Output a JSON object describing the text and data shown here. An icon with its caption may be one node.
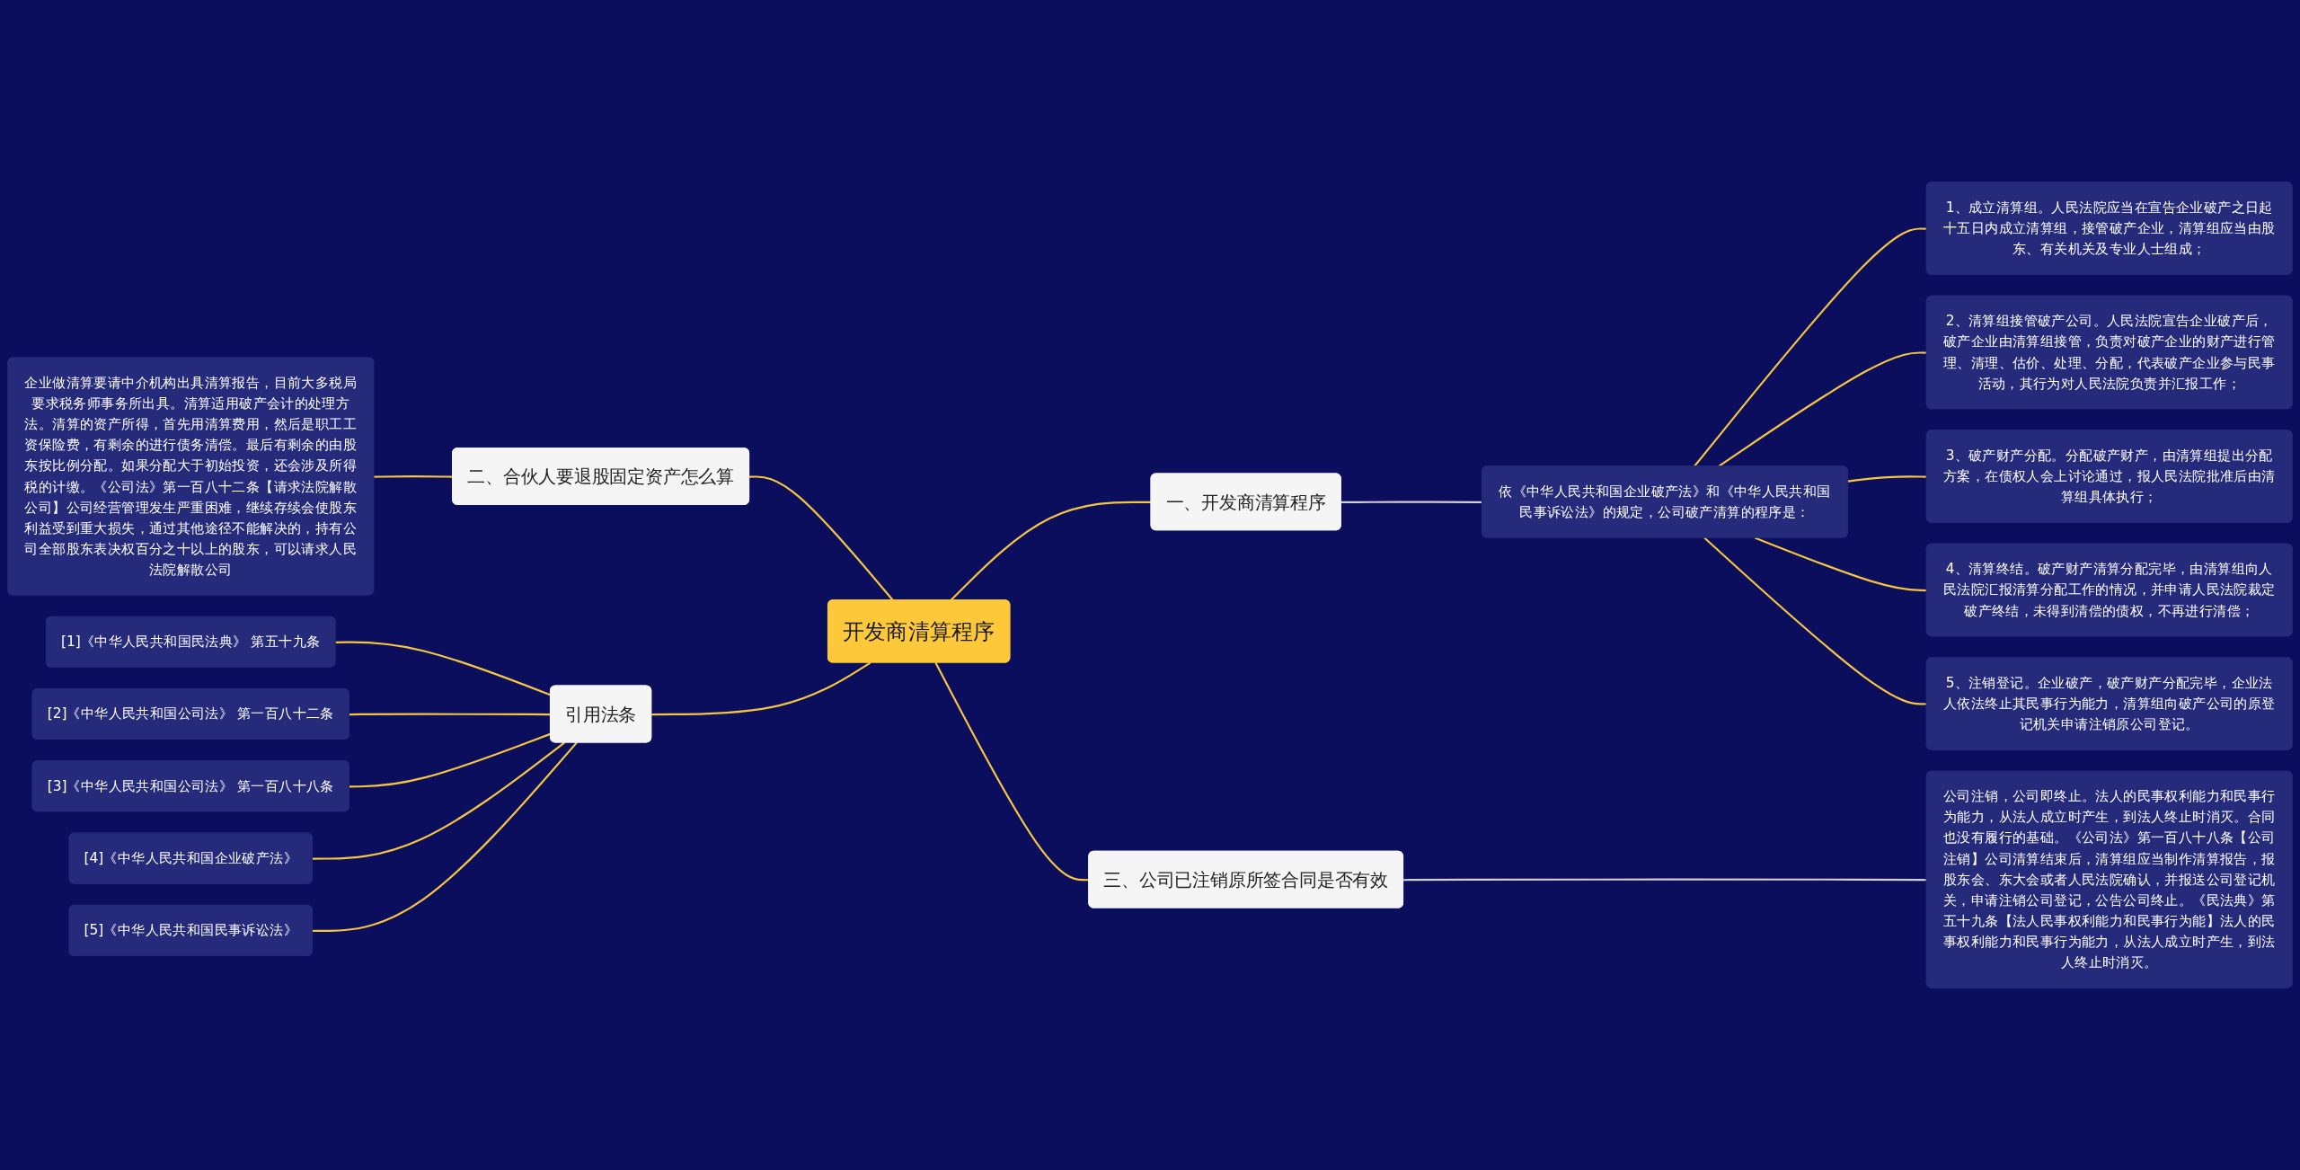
{
  "diagram": {
    "nodes": [
      {
        "text": [
          "开发商清算程序"
        ]
      },
      {
        "text": [
          "一、开发商清算程序"
        ]
      },
      {
        "text": [
          "依《中华人民共和国企业破产法》和《中华人民共和国民事诉讼法》的规定，公司破产清算的程序是："
        ]
      },
      {
        "text": [
          "1、成立清算组。人民法院应当在宣告企业破产之日起十五日内成立清算组，接管破产企业，清算组应当由股东、有关机关及专业人士组成；"
        ]
      },
      {
        "text": [
          "2、清算组接管破产公司。人民法院宣告企业破产后，破产企业由清算组接管，负责对破产企业的财产进行管理、清理、估价、处理、分配，代表破产企业参与民事活动，其行为对人民法院负责并汇报工作；"
        ]
      },
      {
        "text": [
          "3、破产财产分配。分配破产财产，由清算组提出分配方案，在债权人会上讨论通过，报人民法院批准后由清算组具体执行；"
        ]
      },
      {
        "text": [
          "4、清算终结。破产财产清算分配完毕，由清算组向人民法院汇报清算分配工作的情况，并申请人民法院裁定破产终结，未得到清偿的债权，不再进行清偿；"
        ]
      },
      {
        "text": [
          "5、注销登记。企业破产，破产财产分配完毕，企业法人依法终止其民事行为能力，清算组向破产公司的原登记机关申请注销原公司登记。"
        ]
      },
      {
        "text": [
          "三、公司已注销原所签合同是否有效"
        ]
      },
      {
        "text": [
          "公司注销，公司即终止。法人的民事权利能力和民事行为能力，从法人成立时产生，到法人终止时消灭。合同也没有履行的基础。《公司法》第一百八十八条【公司注销】公司清算结束后，清算组应当制作清算报告，报股东会、东大会或者人民法院确认，并报送公司登记机关，申请注销公司登记，公告公司终止。《民法典》第五十九条【法人民事权利能力和民事行为能】法人的民事权利能力和民事行为能力，从法人成立时产生，到法人终止时消灭。"
        ]
      },
      {
        "text": [
          "二、合伙人要退股固定资产怎么算"
        ]
      },
      {
        "text": [
          "企业做清算要请中介机构出具清算报告，目前大多税局要求税务师事务所出具。清算适用破产会计的处理方法。清算的资产所得，首先用清算费用，然后是职工工资保险费，有剩余的进行债务清偿。最后有剩余的由股东按比例分配。如果分配大于初始投资，还会涉及所得税的计缴。《公司法》第一百八十二条【请求法院解散公司】公司经营管理发生严重困难，继续存续会使股东利益受到重大损失，通过其他途径不能解决的，持有公司全部股东表决权百分之十以上的股东，可以请求人民法院解散公司"
        ]
      },
      {
        "text": [
          "引用法条"
        ]
      },
      {
        "text": [
          "[1]《中华人民共和国民法典》 第五十九条"
        ]
      },
      {
        "text": [
          "[2]《中华人民共和国公司法》 第一百八十二条"
        ]
      },
      {
        "text": [
          "[3]《中华人民共和国公司法》 第一百八十八条"
        ]
      },
      {
        "text": [
          "[4]《中华人民共和国企业破产法》"
        ]
      },
      {
        "text": [
          "[5]《中华人民共和国民事诉讼法》"
        ]
      }
    ],
    "edges": [
      {
        "from": 0,
        "to": 1,
        "arrow": "none"
      },
      {
        "from": 1,
        "to": 2,
        "arrow": "none",
        "color": "#d0d0d0"
      },
      {
        "from": 2,
        "to": 3,
        "arrow": "none"
      },
      {
        "from": 2,
        "to": 4,
        "arrow": "none"
      },
      {
        "from": 2,
        "to": 5,
        "arrow": "none"
      },
      {
        "from": 2,
        "to": 6,
        "arrow": "none"
      },
      {
        "from": 2,
        "to": 7,
        "arrow": "none"
      },
      {
        "from": 0,
        "to": 8,
        "arrow": "none"
      },
      {
        "from": 8,
        "to": 9,
        "arrow": "none",
        "color": "#d0d0d0"
      },
      {
        "from": 10,
        "to": 0,
        "arrow": "none"
      },
      {
        "from": 11,
        "to": 10,
        "arrow": "none"
      },
      {
        "from": 12,
        "to": 0,
        "arrow": "none"
      },
      {
        "from": 13,
        "to": 12,
        "arrow": "none"
      },
      {
        "from": 14,
        "to": 12,
        "arrow": "none"
      },
      {
        "from": 15,
        "to": 12,
        "arrow": "none"
      },
      {
        "from": 16,
        "to": 12,
        "arrow": "none"
      },
      {
        "from": 17,
        "to": 12,
        "arrow": "none"
      }
    ]
  }
}
